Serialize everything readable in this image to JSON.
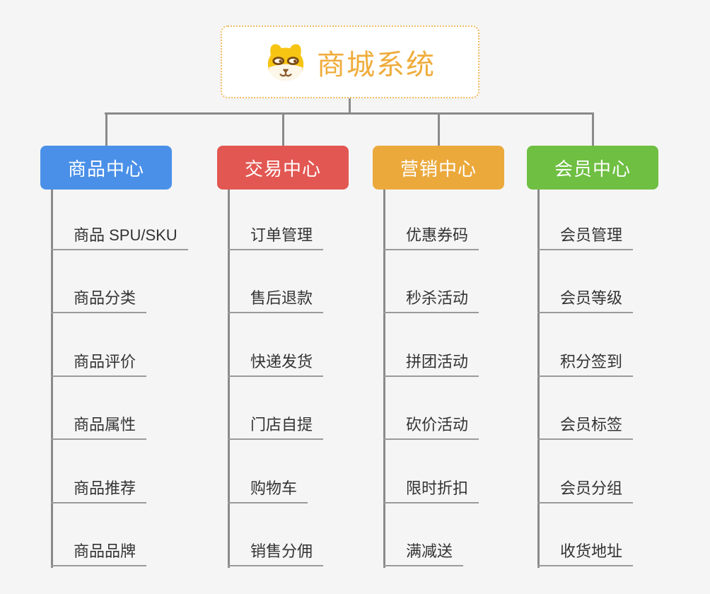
{
  "background_color": "#f5f5f5",
  "connector_color": "#8a8a8a",
  "root": {
    "label": "商城系统",
    "icon": "shiba-dog-icon",
    "text_color": "#efac3c",
    "border_color": "#f2bc62"
  },
  "leaf_style": {
    "text_color": "#333333",
    "underline_color": "#9a9a9a"
  },
  "branches": [
    {
      "label": "商品中心",
      "color": "#4a90e8",
      "items": [
        "商品 SPU/SKU",
        "商品分类",
        "商品评价",
        "商品属性",
        "商品推荐",
        "商品品牌"
      ]
    },
    {
      "label": "交易中心",
      "color": "#e25752",
      "items": [
        "订单管理",
        "售后退款",
        "快递发货",
        "门店自提",
        "购物车",
        "销售分佣"
      ]
    },
    {
      "label": "营销中心",
      "color": "#eba93c",
      "items": [
        "优惠券码",
        "秒杀活动",
        "拼团活动",
        "砍价活动",
        "限时折扣",
        "满减送"
      ]
    },
    {
      "label": "会员中心",
      "color": "#6fbf42",
      "items": [
        "会员管理",
        "会员等级",
        "积分签到",
        "会员标签",
        "会员分组",
        "收货地址"
      ]
    }
  ]
}
